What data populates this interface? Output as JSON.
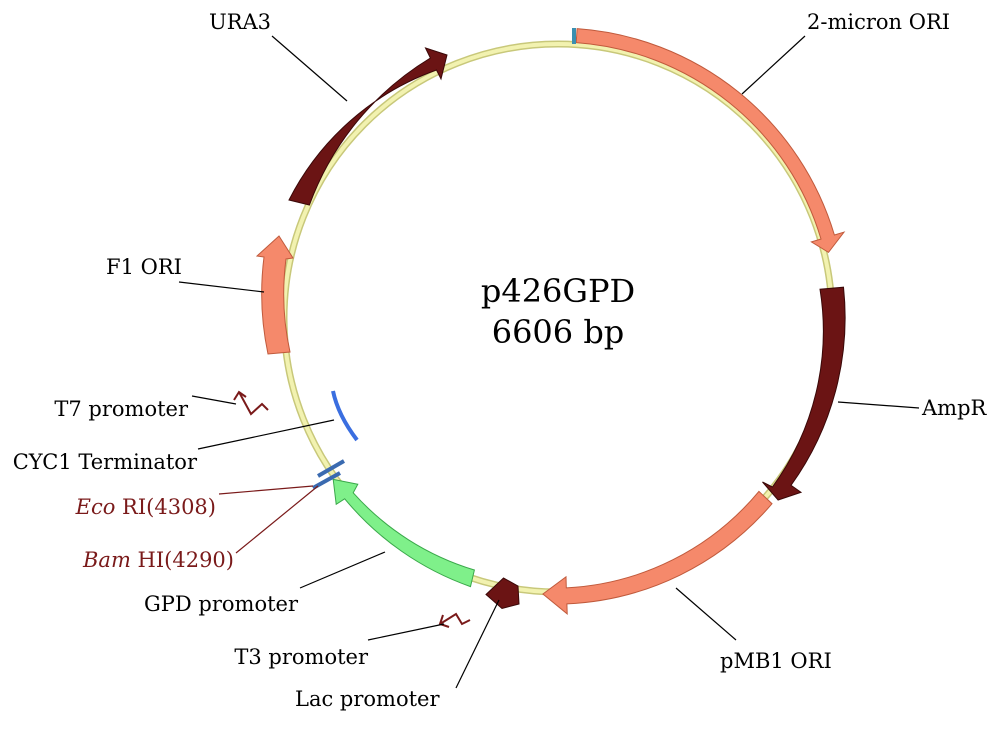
{
  "plasmid": {
    "name": "p426GPD",
    "size": "6606 bp"
  },
  "colors": {
    "backbone": "#f2f2b0",
    "backbone_edge": "#c8c87a",
    "ori": "#f5896b",
    "resistance": "#6b1414",
    "promoter": "#7ff08a",
    "terminator": "#4a80e0",
    "site_label": "#7a1a1a"
  },
  "features": {
    "ura3": "URA3",
    "two_micron": "2-micron ORI",
    "f1_ori": "F1 ORI",
    "ampr": "AmpR",
    "t7_promoter": "T7 promoter",
    "cyc1_terminator": "CYC1 Terminator",
    "ecori_name": "Eco",
    "ecori_rest": " RI(4308)",
    "bamhi_name": "Bam",
    "bamhi_rest": " HI(4290)",
    "gpd_promoter": "GPD promoter",
    "pmb1_ori": "pMB1 ORI",
    "t3_promoter": "T3 promoter",
    "lac_promoter": "Lac promoter"
  }
}
